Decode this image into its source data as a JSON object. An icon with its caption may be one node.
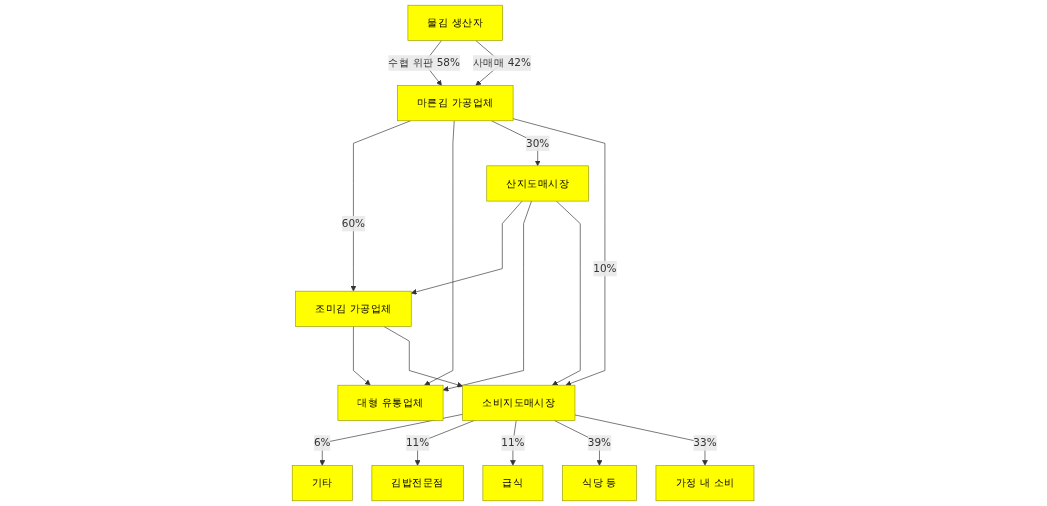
{
  "diagram": {
    "nodes": [
      {
        "text": [
          "물김 생산자"
        ]
      },
      {
        "text": [
          "마른김 가공업체"
        ]
      },
      {
        "text": [
          "조미김 가공업체"
        ]
      },
      {
        "text": [
          "산지도매시장"
        ]
      },
      {
        "text": [
          "대형 유통업체"
        ]
      },
      {
        "text": [
          "소비지도매시장"
        ]
      },
      {
        "text": [
          "기타"
        ]
      },
      {
        "text": [
          "김밥전문점"
        ]
      },
      {
        "text": [
          "급식"
        ]
      },
      {
        "text": [
          "식당 등"
        ]
      },
      {
        "text": [
          "가정 내 소비"
        ]
      }
    ],
    "edges": [
      {
        "from": 0,
        "to": 1,
        "arrow": "to",
        "label": "수협 위판 58%"
      },
      {
        "from": 0,
        "to": 1,
        "arrow": "to",
        "label": "사매매 42%"
      },
      {
        "from": 1,
        "to": 2,
        "arrow": "to",
        "label": "60%"
      },
      {
        "from": 1,
        "to": 4,
        "arrow": "to"
      },
      {
        "from": 1,
        "to": 3,
        "arrow": "to",
        "label": "30%"
      },
      {
        "from": 1,
        "to": 5,
        "arrow": "to",
        "label": "10%"
      },
      {
        "from": 3,
        "to": 2,
        "arrow": "to"
      },
      {
        "from": 3,
        "to": 4,
        "arrow": "to"
      },
      {
        "from": 3,
        "to": 5,
        "arrow": "to"
      },
      {
        "from": 2,
        "to": 4,
        "arrow": "to"
      },
      {
        "from": 2,
        "to": 5,
        "arrow": "to"
      },
      {
        "from": 5,
        "to": 6,
        "arrow": "to",
        "label": "6%"
      },
      {
        "from": 5,
        "to": 7,
        "arrow": "to",
        "label": "11%"
      },
      {
        "from": 5,
        "to": 8,
        "arrow": "to",
        "label": "11%"
      },
      {
        "from": 5,
        "to": 9,
        "arrow": "to",
        "label": "39%"
      },
      {
        "from": 5,
        "to": 10,
        "arrow": "to",
        "label": "33%"
      }
    ]
  }
}
